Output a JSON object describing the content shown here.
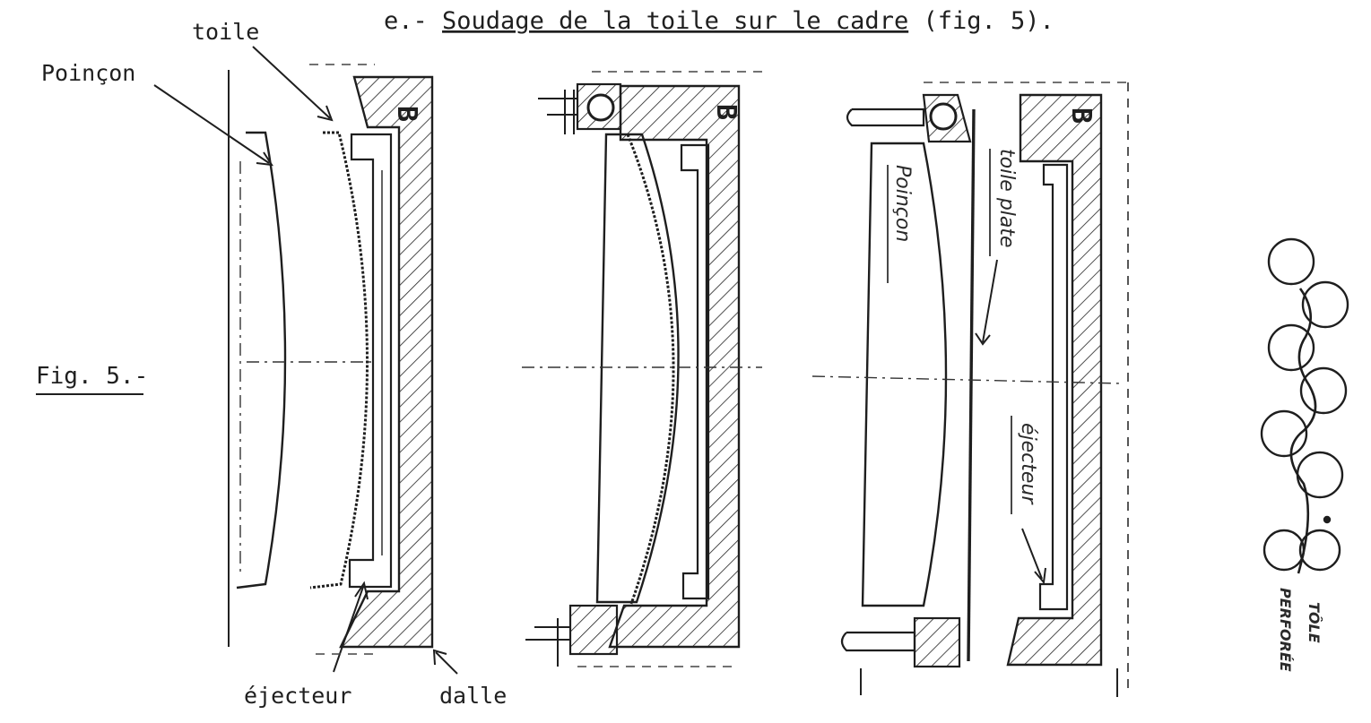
{
  "title": {
    "prefix": "e.- ",
    "underlined": "Soudage de la toile sur le cadre",
    "suffix": " (fig. 5)."
  },
  "figure_label": "Fig. 5.-",
  "labels": {
    "toile": "toile",
    "poincon": "Poinçon",
    "ejecteur": "éjecteur",
    "dalle": "dalle",
    "section_mark": "B",
    "clamp_mark": "O"
  },
  "handwritten": {
    "poincon": "Poinçon",
    "toile_plate": "toile plate",
    "ejecteur": "éjecteur"
  },
  "detail": {
    "line1": "TÔLE",
    "line2": "PERFORÉE"
  }
}
